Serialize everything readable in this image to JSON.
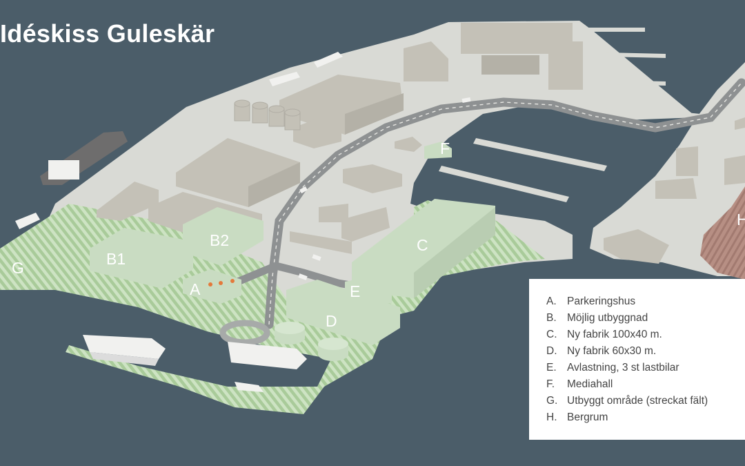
{
  "title": "Idéskiss Guleskär",
  "zone_labels": {
    "a": "A",
    "b1": "B1",
    "b2": "B2",
    "c": "C",
    "d": "D",
    "e": "E",
    "f": "F",
    "g": "G",
    "h": "H"
  },
  "legend": {
    "items": [
      {
        "letter": "A.",
        "text": "Parkeringshus"
      },
      {
        "letter": "B.",
        "text": "Möjlig utbyggnad"
      },
      {
        "letter": "C.",
        "text": "Ny fabrik 100x40 m."
      },
      {
        "letter": "D.",
        "text": "Ny fabrik 60x30 m."
      },
      {
        "letter": "E.",
        "text": "Avlastning, 3 st lastbilar"
      },
      {
        "letter": "F.",
        "text": "Mediahall"
      },
      {
        "letter": "G.",
        "text": "Utbyggt område (streckat fält)"
      },
      {
        "letter": "H.",
        "text": "Bergrum"
      }
    ]
  },
  "colors": {
    "water": "#4b5d69",
    "land": "#d9dad5",
    "existing_building": "#c4c1b7",
    "new_building": "#c9dcc2",
    "hatch_area": "#a9cb9a",
    "road": "#8e9192",
    "rock": "#b08a80",
    "legend_bg": "#ffffff"
  }
}
